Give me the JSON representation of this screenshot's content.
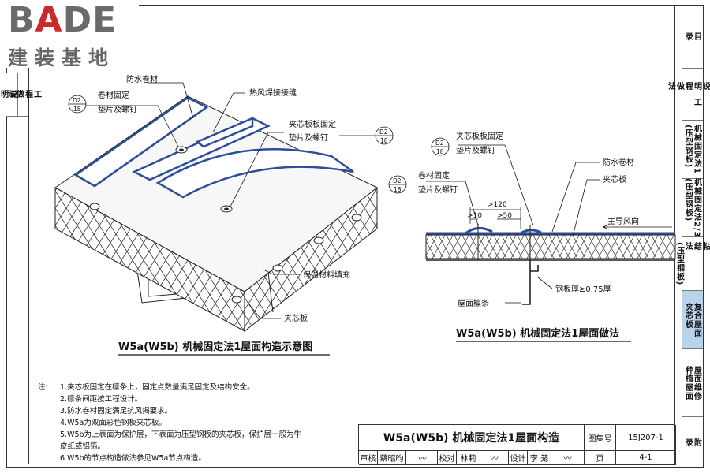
{
  "brand": {
    "top": "BADE",
    "bottom": "建装基地"
  },
  "left_tabs": [
    {
      "label": "总\n说\n明"
    },
    {
      "label": "工\n程\n做\n法"
    }
  ],
  "right_tabs": [
    {
      "label": "目\n录"
    },
    {
      "label": "总\n说\n明  工\n程\n做\n法"
    },
    {
      "label": "机械固定法1\n(压型钢板)"
    },
    {
      "label": "机械固定法2/3\n(压型钢板)"
    },
    {
      "label": "粘\n结\n法\n(压型钢板)"
    },
    {
      "label": "复合屋面\n夹芯板",
      "active": true
    },
    {
      "label": "屋面维修\n种植屋面"
    },
    {
      "label": "附\n录"
    }
  ],
  "left_drawing": {
    "caption": "W5a(W5b) 机械固定法1屋面构造示意图",
    "labels": {
      "waterproof": "防水卷材",
      "hot_weld": "热风焊接接缝",
      "fix_a": "卷材固定",
      "fix_b": "垫片及螺钉",
      "panel_fix_a": "夹芯板板固定",
      "panel_fix_b": "垫片及螺钉",
      "insulation": "保温材料填充",
      "sandwich": "夹芯板"
    },
    "refs": [
      {
        "top": "D2",
        "bottom": "18"
      },
      {
        "top": "D2",
        "bottom": "18"
      }
    ]
  },
  "right_drawing": {
    "caption": "W5a(W5b) 机械固定法1屋面做法",
    "labels": {
      "panel_fix_a": "夹芯板板固定",
      "panel_fix_b": "垫片及螺钉",
      "fix_a": "卷材固定",
      "fix_b": "垫片及螺钉",
      "waterproof": "防水卷材",
      "sandwich": "夹芯板",
      "wind_dir": "主导风向",
      "dim1": ">120",
      "dim2": ">10",
      "dim3": ">50",
      "steel": "钢板厚≥0.75厚",
      "purlin": "屋面檩条"
    },
    "refs": [
      {
        "top": "D2",
        "bottom": "18"
      },
      {
        "top": "D2",
        "bottom": "18"
      }
    ]
  },
  "notes": {
    "prefix": "注:",
    "items": [
      "1.夹芯板固定在檩条上，固定点数量满足固定及结构安全。",
      "2.檩条间距按工程设计。",
      "3.防水卷材固定满足抗风揭要求。",
      "4.W5a为双面彩色钢板夹芯板。",
      "5.W5b为上表面为保护层，下表面为压型钢板的夹芯板，保护层一般为牛",
      "   皮纸或铝箔。",
      "6.W5b的节点构造做法参见W5a节点构造。"
    ]
  },
  "title_block": {
    "title": "W5a(W5b) 机械固定法1屋面构造",
    "atlas_label": "图集号",
    "atlas_no": "15J207-1",
    "review_label": "审核",
    "reviewer": "蔡昭昀",
    "check_label": "校对",
    "checker": "林莉",
    "design_label": "设计",
    "designer": "李 笼",
    "page_label": "页",
    "page_no": "4-1"
  },
  "colors": {
    "membrane": "#2b4d9a",
    "active_tab": "#b8d3ea",
    "brand_accent": "#cc2a2a"
  }
}
